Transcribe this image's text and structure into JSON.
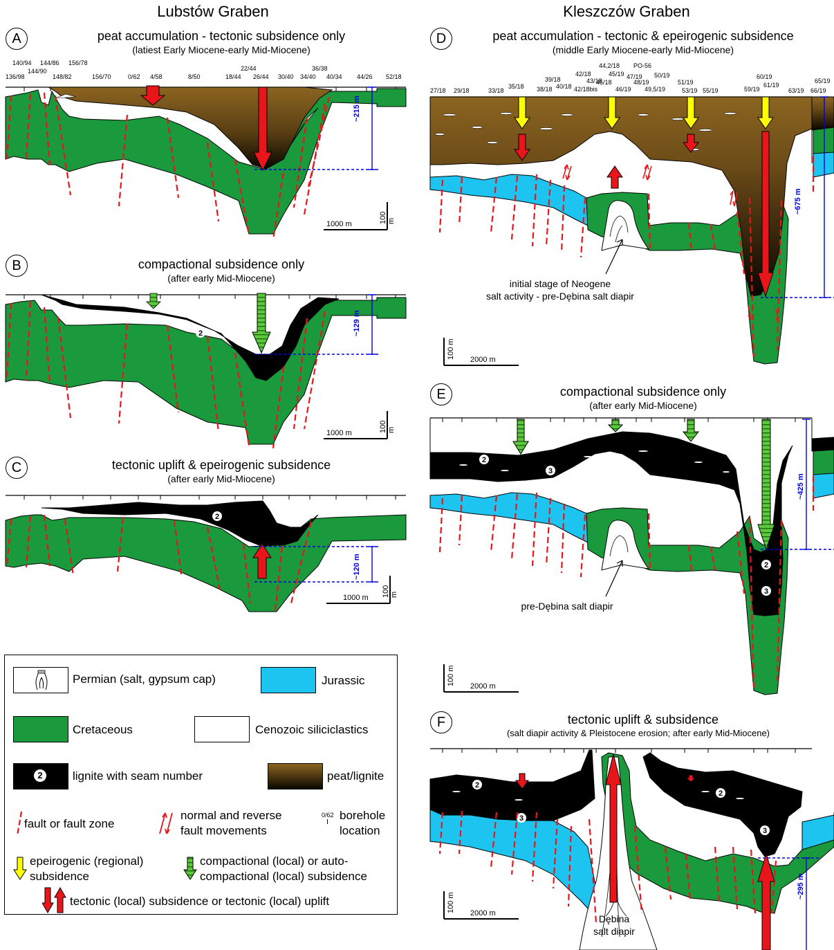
{
  "graben_titles": {
    "left": "Lubstów Graben",
    "right": "Kleszczów Graben"
  },
  "panels": {
    "A": {
      "letter": "A",
      "title": "peat accumulation - tectonic subsidence only",
      "subtitle": "(latiest Early Miocene-early Mid-Miocene)",
      "depth_label": "~215 m",
      "scale_h": "1000 m",
      "scale_v": "100 m",
      "boreholes": [
        "140/94",
        "144/86",
        "156/78",
        "136/98",
        "144/90",
        "148/82",
        "156/70",
        "0/62",
        "4/58",
        "8/50",
        "22/44",
        "18/44",
        "26/44",
        "30/40",
        "36/38",
        "34/40",
        "40/34",
        "44/26",
        "52/18"
      ]
    },
    "B": {
      "letter": "B",
      "title": "compactional subsidence only",
      "subtitle": "(after early Mid-Miocene)",
      "depth_label": "~129 m",
      "seam": "2",
      "scale_h": "1000 m",
      "scale_v": "100 m"
    },
    "C": {
      "letter": "C",
      "title": "tectonic uplift & epeirogenic subsidence",
      "subtitle": "(after early Mid-Miocene)",
      "depth_label": "~120 m",
      "seam": "2",
      "scale_h": "1000 m",
      "scale_v": "100 m"
    },
    "D": {
      "letter": "D",
      "title": "peat accumulation - tectonic & epeirogenic subsidence",
      "subtitle": "(middle Early Miocene-early Mid-Miocene)",
      "depth_label": "~675 m",
      "scale_h": "2000 m",
      "scale_v": "100 m",
      "note_line1": "initial stage of Neogene",
      "note_line2": "salt activity - pre-Dębina salt diapir",
      "boreholes": [
        "27/18",
        "29/18",
        "33/18",
        "35/18",
        "39/18",
        "38/18",
        "40/18",
        "42/18",
        "43/18",
        "42/18bis",
        "44,2/18",
        "45/18",
        "45/19",
        "46/19",
        "47/19",
        "PO-56",
        "48/19",
        "50/19",
        "49,5/19",
        "51/19",
        "53/19",
        "55/19",
        "60/19",
        "59/19",
        "61/19",
        "63/19",
        "65/19",
        "66/19"
      ]
    },
    "E": {
      "letter": "E",
      "title": "compactional subsidence only",
      "subtitle": "(after early Mid-Miocene)",
      "depth_label": "~425 m",
      "seam2": "2",
      "seam3": "3",
      "note": "pre-Dębina salt diapir",
      "scale_h": "2000 m",
      "scale_v": "100 m"
    },
    "F": {
      "letter": "F",
      "title": "tectonic uplift & subsidence",
      "subtitle": "(salt diapir activity & Pleistocene erosion; after early Mid-Miocene)",
      "depth_label": "~295 m",
      "seam2": "2",
      "seam3": "3",
      "note_line1": "Dębina",
      "note_line2": "salt diapir",
      "scale_h": "2000 m",
      "scale_v": "100 m"
    }
  },
  "legend": {
    "permian": "Permian (salt, gypsum cap)",
    "jurassic": "Jurassic",
    "cretaceous": "Cretaceous",
    "cenozoic": "Cenozoic siliciclastics",
    "lignite": "lignite with seam number",
    "lignite_seam": "2",
    "peat": "peat/lignite",
    "fault": "fault or fault zone",
    "fault_moves_1": "normal and reverse",
    "fault_moves_2": "fault movements",
    "borehole_sample": "0/62",
    "borehole_1": "borehole",
    "borehole_2": "location",
    "epeiro_1": "epeirogenic (regional)",
    "epeiro_2": "subsidence",
    "compact_1": "compactional (local) or auto-",
    "compact_2": "compactional (local) subsidence",
    "tectonic": "tectonic (local) subsidence or tectonic (local) uplift"
  },
  "colors": {
    "cretaceous": "#1a9a3c",
    "jurassic": "#1ec4f0",
    "peat_top": "#8b6420",
    "peat_bottom": "#0a0800",
    "fault": "#e8161b",
    "epeiro": "#ffff00",
    "compact": "#5cc83c",
    "depth_line": "#0000e0"
  }
}
